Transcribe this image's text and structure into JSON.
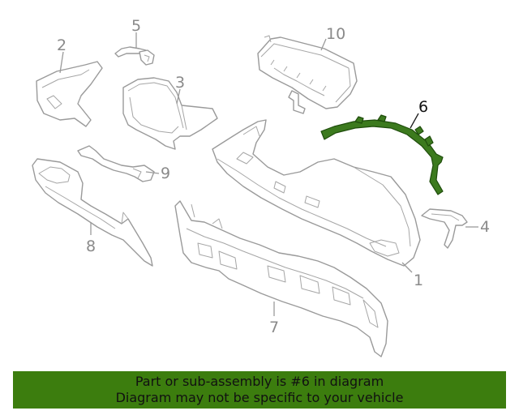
{
  "diagram": {
    "callouts": {
      "c1": "1",
      "c2": "2",
      "c3": "3",
      "c4": "4",
      "c5": "5",
      "c6": "6",
      "c7": "7",
      "c8": "8",
      "c9": "9",
      "c10": "10"
    },
    "highlighted_part": "6",
    "highlight_color": "#3c7a1e"
  },
  "banner": {
    "line1": "Part or sub-assembly is #6 in diagram",
    "line2": "Diagram may not be specific to your vehicle",
    "background_color": "#3c7d0e"
  }
}
